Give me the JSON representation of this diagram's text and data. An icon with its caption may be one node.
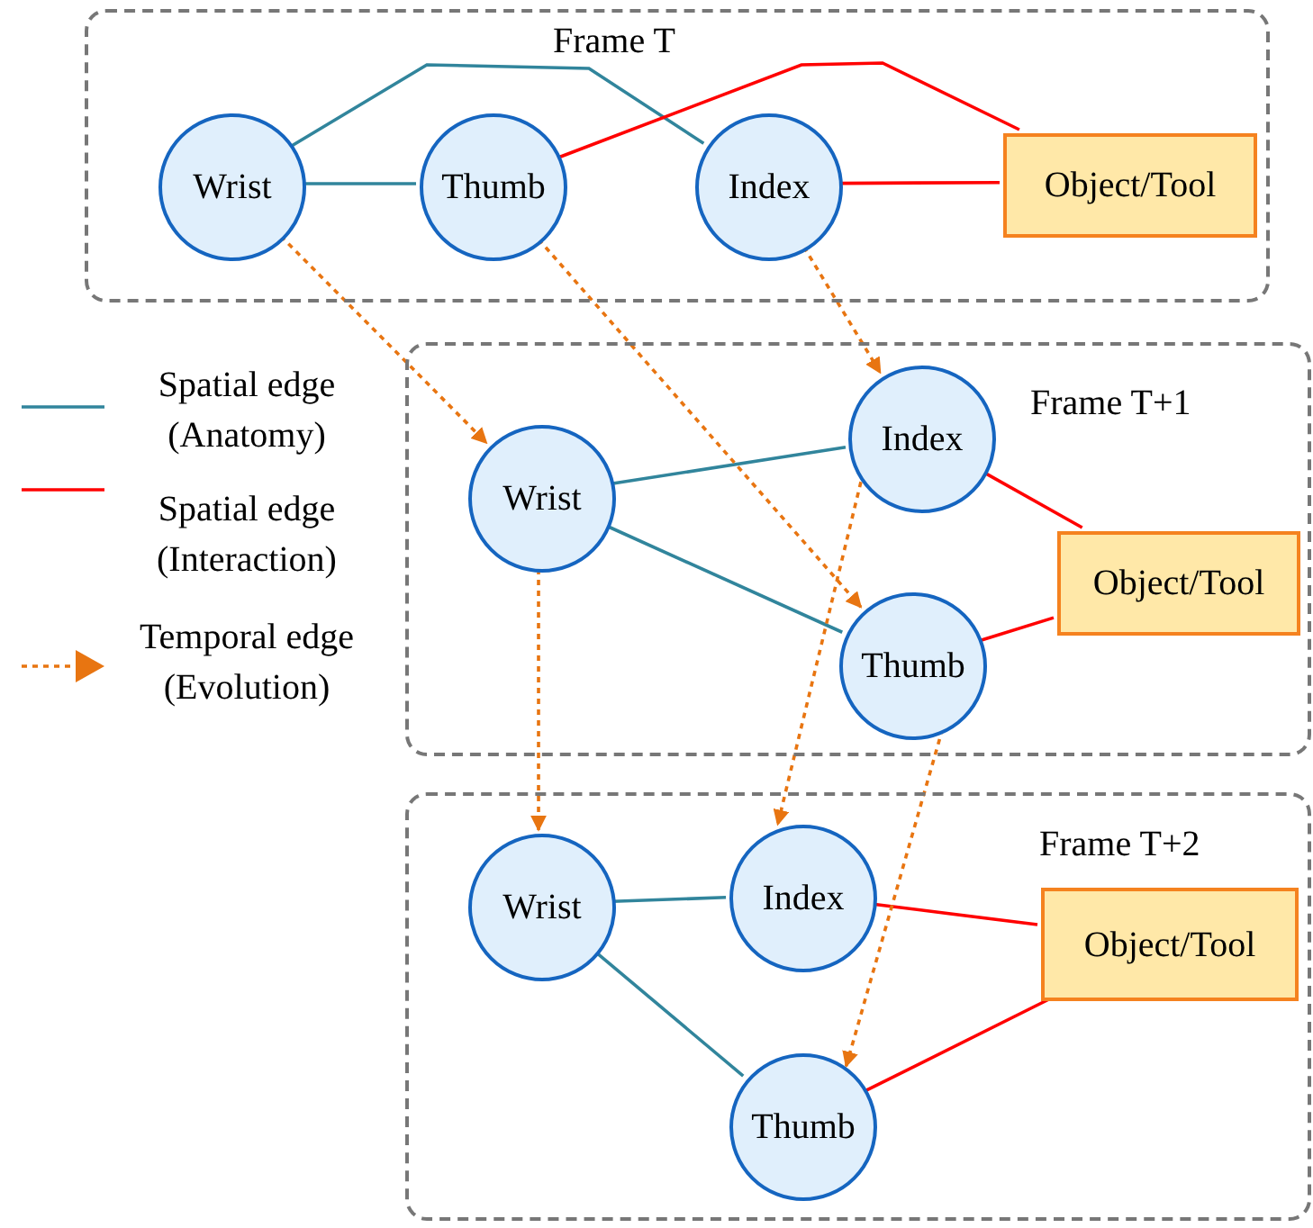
{
  "diagram": {
    "nodes": [
      {
        "text": [
          "Frame T"
        ]
      },
      {
        "text": [
          "Wrist"
        ],
        "in": 0
      },
      {
        "text": [
          "Thumb"
        ],
        "in": 0
      },
      {
        "text": [
          "Index"
        ],
        "in": 0
      },
      {
        "text": [
          "Object/Tool"
        ],
        "in": 0
      },
      {
        "text": [
          "Frame T+1"
        ]
      },
      {
        "text": [
          "Wrist"
        ],
        "in": 5
      },
      {
        "text": [
          "Index"
        ],
        "in": 5
      },
      {
        "text": [
          "Thumb"
        ],
        "in": 5
      },
      {
        "text": [
          "Object/Tool"
        ],
        "in": 5
      },
      {
        "text": [
          "Frame T+2"
        ]
      },
      {
        "text": [
          "Wrist"
        ],
        "in": 10
      },
      {
        "text": [
          "Index"
        ],
        "in": 10
      },
      {
        "text": [
          "Thumb"
        ],
        "in": 10
      },
      {
        "text": [
          "Object/Tool"
        ],
        "in": 10
      }
    ],
    "edges": [
      {
        "from": 1,
        "to": 2,
        "arrow": "none",
        "color": "#31859c"
      },
      {
        "from": 1,
        "to": 3,
        "arrow": "none",
        "color": "#31859c"
      },
      {
        "from": 2,
        "to": 4,
        "arrow": "none",
        "color": "#ff0000"
      },
      {
        "from": 3,
        "to": 4,
        "arrow": "none",
        "color": "#ff0000"
      },
      {
        "from": 6,
        "to": 7,
        "arrow": "none",
        "color": "#31859c"
      },
      {
        "from": 6,
        "to": 8,
        "arrow": "none",
        "color": "#31859c"
      },
      {
        "from": 7,
        "to": 9,
        "arrow": "none",
        "color": "#ff0000"
      },
      {
        "from": 8,
        "to": 9,
        "arrow": "none",
        "color": "#ff0000"
      },
      {
        "from": 11,
        "to": 12,
        "arrow": "none",
        "color": "#31859c"
      },
      {
        "from": 11,
        "to": 13,
        "arrow": "none",
        "color": "#31859c"
      },
      {
        "from": 12,
        "to": 14,
        "arrow": "none",
        "color": "#ff0000"
      },
      {
        "from": 13,
        "to": 14,
        "arrow": "none",
        "color": "#ff0000"
      },
      {
        "from": 1,
        "to": 6,
        "arrow": "to",
        "style": "dashed",
        "color": "#e87511"
      },
      {
        "from": 2,
        "to": 8,
        "arrow": "to",
        "style": "dashed",
        "color": "#e87511"
      },
      {
        "from": 3,
        "to": 7,
        "arrow": "to",
        "style": "dashed",
        "color": "#e87511"
      },
      {
        "from": 6,
        "to": 11,
        "arrow": "to",
        "style": "dashed",
        "color": "#e87511"
      },
      {
        "from": 7,
        "to": 12,
        "arrow": "to",
        "style": "dashed",
        "color": "#e87511"
      },
      {
        "from": 8,
        "to": 13,
        "arrow": "to",
        "style": "dashed",
        "color": "#e87511"
      }
    ],
    "legend": [
      {
        "text": "Spatial edge (Anatomy)"
      },
      {
        "text": "Spatial edge (Interaction)"
      },
      {
        "text": "Temporal edge (Evolution)"
      }
    ]
  }
}
